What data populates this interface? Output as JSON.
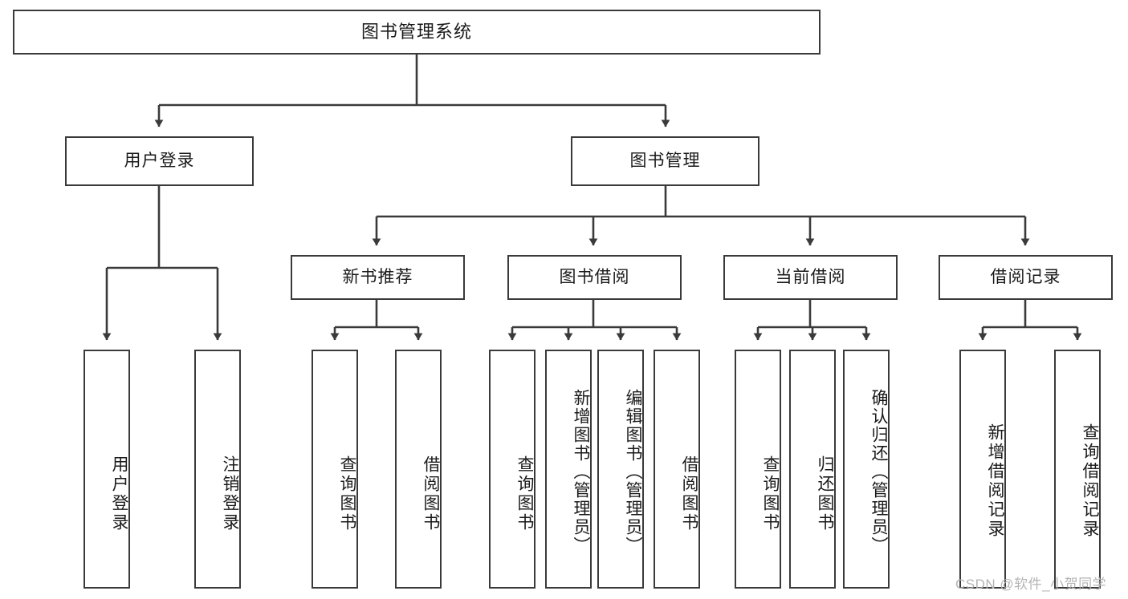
{
  "diagram": {
    "type": "tree-hierarchy",
    "title": "图书管理系统",
    "watermark": "CSDN @软件_小贺同学",
    "colors": {
      "stroke": "#3a3a3a",
      "fill": "#ffffff",
      "text": "#1a1a1a",
      "watermark": "#b4b4b4"
    },
    "nodes": {
      "root": {
        "label": "图书管理系统",
        "level": 1,
        "orientation": "horizontal"
      },
      "l2": [
        {
          "id": "user-login",
          "label": "用户登录",
          "level": 2,
          "orientation": "horizontal"
        },
        {
          "id": "book-management",
          "label": "图书管理",
          "level": 2,
          "orientation": "horizontal"
        }
      ],
      "l3": [
        {
          "id": "new-book-recommend",
          "label": "新书推荐",
          "level": 3,
          "orientation": "horizontal"
        },
        {
          "id": "book-borrow",
          "label": "图书借阅",
          "level": 3,
          "orientation": "horizontal"
        },
        {
          "id": "current-borrow",
          "label": "当前借阅",
          "level": 3,
          "orientation": "horizontal"
        },
        {
          "id": "borrow-record",
          "label": "借阅记录",
          "level": 3,
          "orientation": "horizontal"
        }
      ],
      "l4": [
        {
          "id": "leaf-user-login",
          "label": "用户登录",
          "parent": "user-login",
          "orientation": "vertical"
        },
        {
          "id": "leaf-user-logout",
          "label": "注销登录",
          "parent": "user-login",
          "orientation": "vertical"
        },
        {
          "id": "leaf-query-book-1",
          "label": "查询图书",
          "parent": "new-book-recommend",
          "orientation": "vertical"
        },
        {
          "id": "leaf-borrow-book-1",
          "label": "借阅图书",
          "parent": "new-book-recommend",
          "orientation": "vertical"
        },
        {
          "id": "leaf-query-book-2",
          "label": "查询图书",
          "parent": "book-borrow",
          "orientation": "vertical"
        },
        {
          "id": "leaf-add-book",
          "label": "新增图书（管理员）",
          "parent": "book-borrow",
          "orientation": "vertical"
        },
        {
          "id": "leaf-edit-book",
          "label": "编辑图书（管理员）",
          "parent": "book-borrow",
          "orientation": "vertical"
        },
        {
          "id": "leaf-borrow-book-2",
          "label": "借阅图书",
          "parent": "book-borrow",
          "orientation": "vertical"
        },
        {
          "id": "leaf-query-book-3",
          "label": "查询图书",
          "parent": "current-borrow",
          "orientation": "vertical"
        },
        {
          "id": "leaf-return-book",
          "label": "归还图书",
          "parent": "current-borrow",
          "orientation": "vertical"
        },
        {
          "id": "leaf-confirm-return",
          "label": "确认归还（管理员）",
          "parent": "current-borrow",
          "orientation": "vertical"
        },
        {
          "id": "leaf-add-record",
          "label": "新增借阅记录",
          "parent": "borrow-record",
          "orientation": "vertical"
        },
        {
          "id": "leaf-query-record",
          "label": "查询借阅记录",
          "parent": "borrow-record",
          "orientation": "vertical"
        }
      ]
    }
  }
}
